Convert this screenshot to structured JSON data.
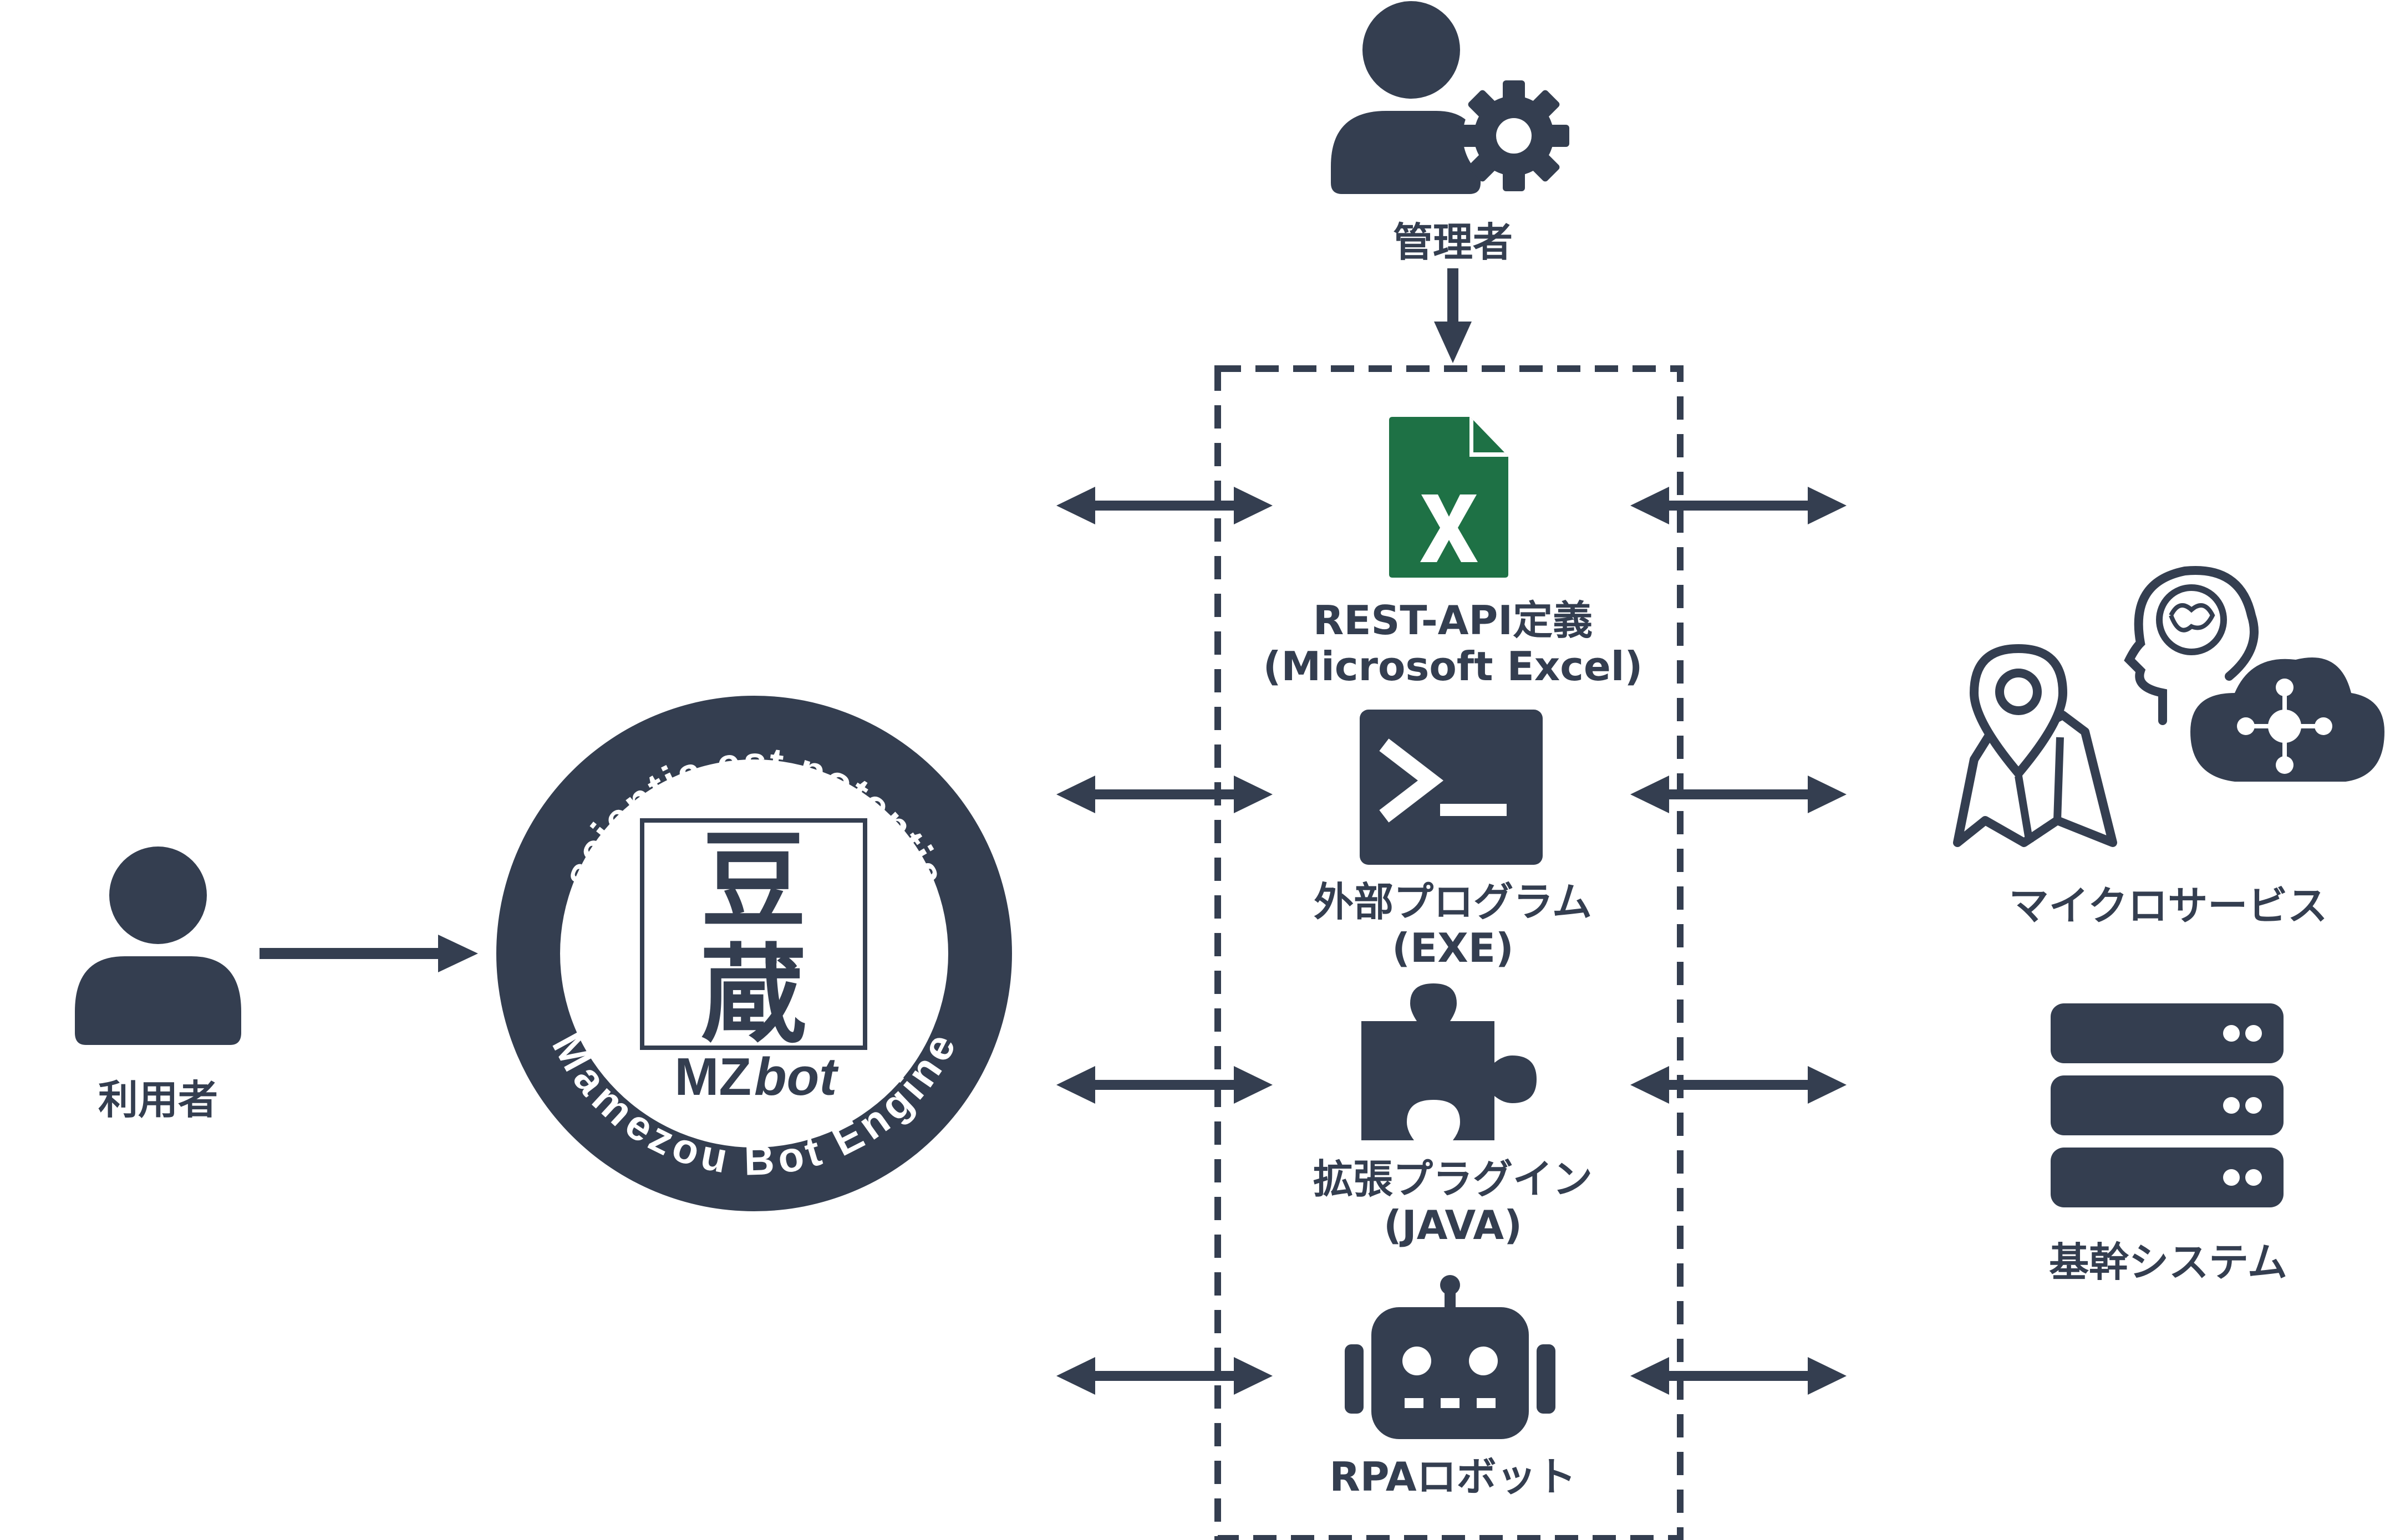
{
  "colors": {
    "main": "#343e50",
    "excel": "#1e7145",
    "white": "#ffffff"
  },
  "actors": {
    "user": {
      "label": "利用者",
      "icon": "user-icon"
    },
    "admin": {
      "label": "管理者",
      "icon": "user-gear-icon"
    }
  },
  "logo": {
    "top_text": "scientia est potentia",
    "bottom_text": "Mamezou Bot Engine",
    "kanji_1": "豆",
    "kanji_2": "蔵",
    "mz": "MZ",
    "bot": "bot"
  },
  "components": [
    {
      "icon": "excel-file-icon",
      "line1": "REST-API定義",
      "line2": "(Microsoft Excel)"
    },
    {
      "icon": "terminal-icon",
      "line1": "外部プログラム",
      "line2": "(EXE)"
    },
    {
      "icon": "puzzle-piece-icon",
      "line1": "拡張プラグイン",
      "line2": "(JAVA)"
    },
    {
      "icon": "robot-icon",
      "line1": "RPAロボット",
      "line2": ""
    }
  ],
  "systems": {
    "microservices": {
      "label": "マイクロサービス"
    },
    "core": {
      "label": "基幹システム"
    }
  }
}
